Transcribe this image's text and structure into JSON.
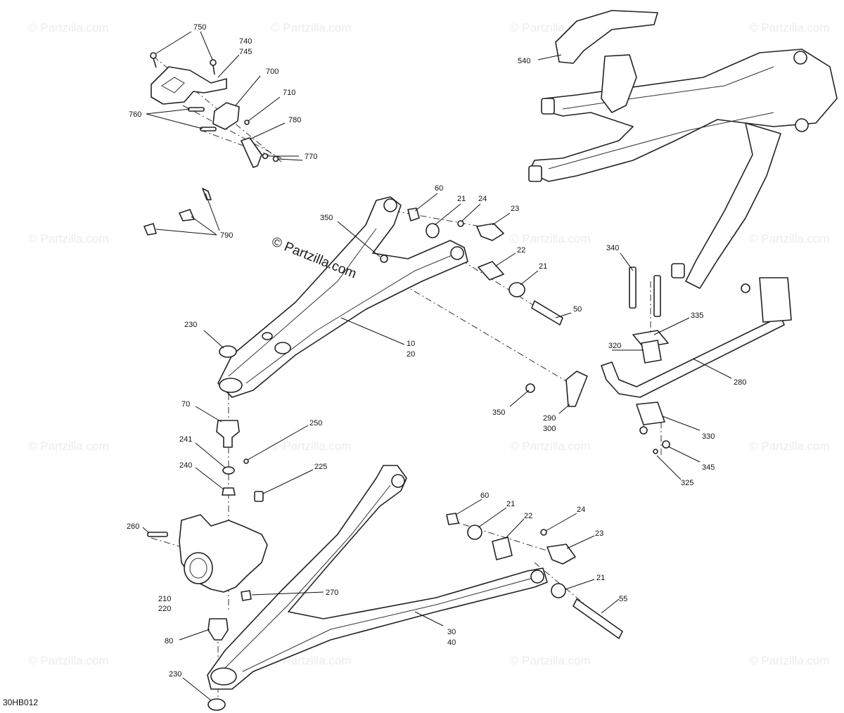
{
  "watermark": {
    "main": "© Partzilla.com",
    "repeat": "© Partzilla.com"
  },
  "diagram_code": "30HB012",
  "callouts": {
    "c750": "750",
    "c740": "740",
    "c745": "745",
    "c700": "700",
    "c710": "710",
    "c760": "760",
    "c780": "780",
    "c770": "770",
    "c790": "790",
    "c540": "540",
    "c350a": "350",
    "c60a": "60",
    "c21a": "21",
    "c24a": "24",
    "c23a": "23",
    "c22a": "22",
    "c21b": "21",
    "c50": "50",
    "c10": "10",
    "c20": "20",
    "c230a": "230",
    "c340": "340",
    "c335": "335",
    "c320": "320",
    "c280": "280",
    "c350b": "350",
    "c290": "290",
    "c300": "300",
    "c330": "330",
    "c345": "345",
    "c325": "325",
    "c70": "70",
    "c250": "250",
    "c241": "241",
    "c240": "240",
    "c225": "225",
    "c60b": "60",
    "c21c": "21",
    "c24b": "24",
    "c22b": "22",
    "c23b": "23",
    "c260": "260",
    "c270": "270",
    "c21d": "21",
    "c210": "210",
    "c220": "220",
    "c55": "55",
    "c30": "30",
    "c40": "40",
    "c80": "80",
    "c230b": "230"
  }
}
